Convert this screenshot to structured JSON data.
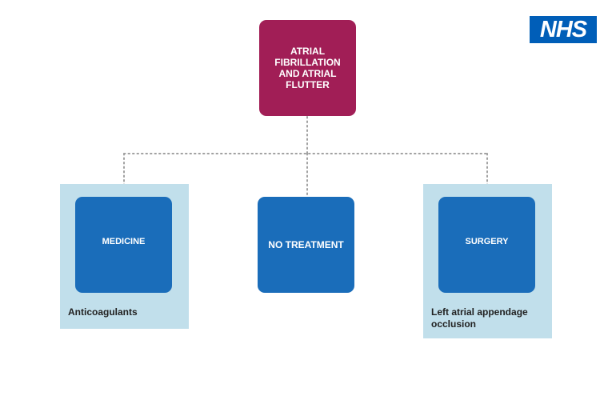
{
  "logo": {
    "text": "NHS"
  },
  "root": {
    "label": "ATRIAL FIBRILLATION AND ATRIAL FLUTTER"
  },
  "options": [
    {
      "label": "MEDICINE",
      "caption": "Anticoagulants"
    },
    {
      "label": "NO TREATMENT",
      "caption": ""
    },
    {
      "label": "SURGERY",
      "caption": "Left atrial appendage occlusion"
    }
  ],
  "colors": {
    "root": "#a11e56",
    "option": "#1a6dba",
    "panel": "#c1dfeb",
    "connector": "#a0a0a0",
    "logo": "#005eb8"
  }
}
